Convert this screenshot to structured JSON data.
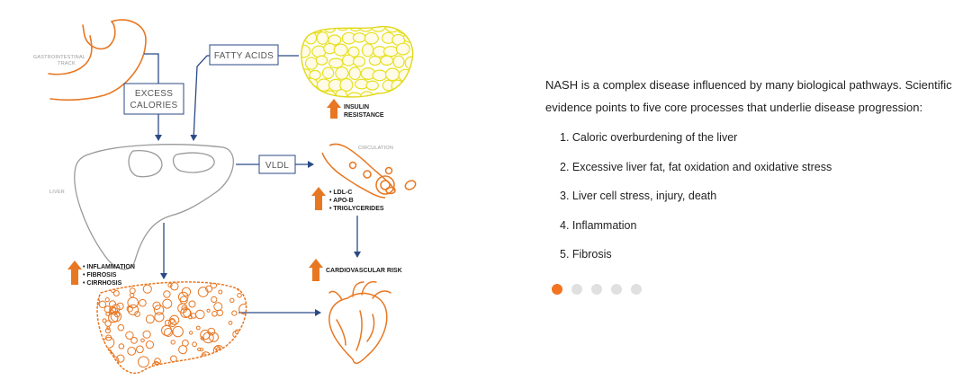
{
  "diagram": {
    "labels": {
      "gastro": [
        "GASTROINTESTINAL",
        "TRACK"
      ],
      "excess": [
        "EXCESS",
        "CALORIES"
      ],
      "fatty": "FATTY ACIDS",
      "insulin": [
        "INSULIN",
        "RESISTANCE"
      ],
      "liver": "LIVER",
      "vldl": "VLDL",
      "circulation": "CIRCULATION",
      "lipids": [
        "• LDL-C",
        "• APO-B",
        "• TRIGLYCERIDES"
      ],
      "cardio": "CARDIOVASCULAR RISK",
      "disease": [
        "• INFLAMMATION",
        "• FIBROSIS",
        "• CIRRHOSIS"
      ]
    },
    "colors": {
      "arrow": "#2b4a86",
      "accent": "#e87722",
      "organ": "#9a9a9a",
      "fat": "#e8e020"
    },
    "icons": [
      "stomach-icon",
      "fat-cells-icon",
      "liver-icon",
      "blood-vessel-icon",
      "fatty-liver-icon",
      "heart-icon",
      "up-arrow-icon"
    ]
  },
  "panel": {
    "intro": "NASH is a complex disease influenced by many biological pathways. Scientific evidence points to five core processes that underlie disease progression:",
    "points": [
      "1. Caloric overburdening of the liver",
      "2. Excessive liver fat, fat oxidation and oxidative stress",
      "3. Liver cell stress, injury, death",
      "4. Inflammation",
      "5. Fibrosis"
    ],
    "pagination": {
      "count": 5,
      "active": 0
    }
  }
}
